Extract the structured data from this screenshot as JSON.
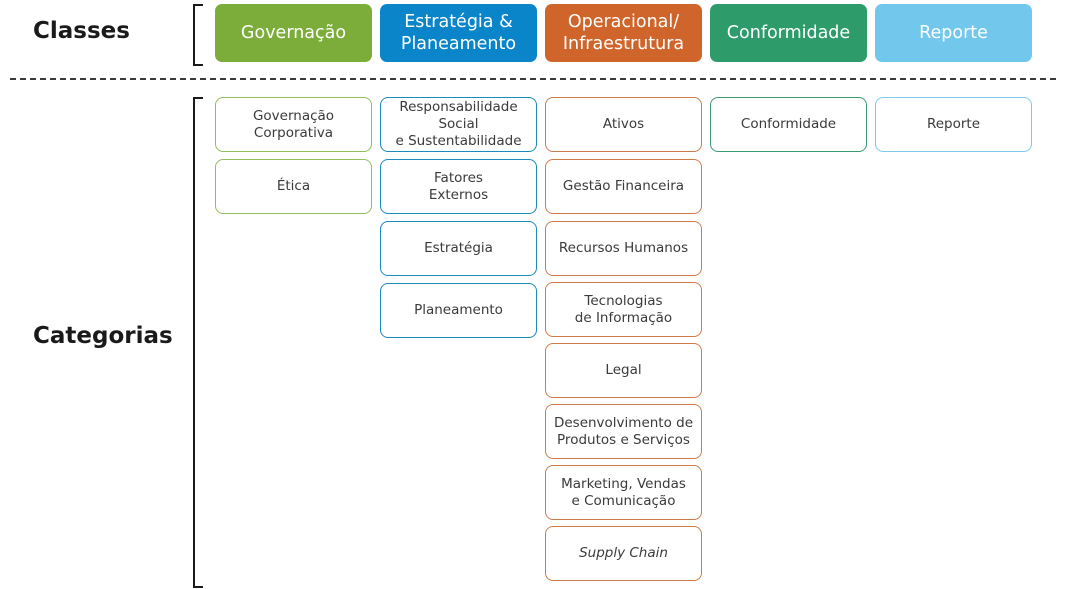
{
  "labels": {
    "classes": "Classes",
    "categories": "Categorias"
  },
  "classes": [
    {
      "label": "Governação",
      "color": "#7cad3a"
    },
    {
      "label": "Estratégia &\nPlaneamento",
      "color": "#0a85c9"
    },
    {
      "label": "Operacional/\nInfraestrutura",
      "color": "#d0652b"
    },
    {
      "label": "Conformidade",
      "color": "#2d9b6a"
    },
    {
      "label": "Reporte",
      "color": "#72c7ec"
    }
  ],
  "categories": [
    {
      "border_color": "#92bd5c",
      "items": [
        "Governação\nCorporativa",
        "Ética"
      ]
    },
    {
      "border_color": "#1a8bbd",
      "items": [
        "Responsabilidade\nSocial\ne Sustentabilidade",
        "Fatores\nExternos",
        "Estratégia",
        "Planeamento"
      ]
    },
    {
      "border_color": "#cf7a4a",
      "items": [
        "Ativos",
        "Gestão Financeira",
        "Recursos Humanos",
        "Tecnologias\nde Informação",
        "Legal",
        "Desenvolvimento de\nProdutos e Serviços",
        "Marketing, Vendas\ne Comunicação",
        "Supply Chain"
      ]
    },
    {
      "border_color": "#3a9a72",
      "items": [
        "Conformidade"
      ]
    },
    {
      "border_color": "#7cc9ea",
      "items": [
        "Reporte"
      ]
    }
  ]
}
